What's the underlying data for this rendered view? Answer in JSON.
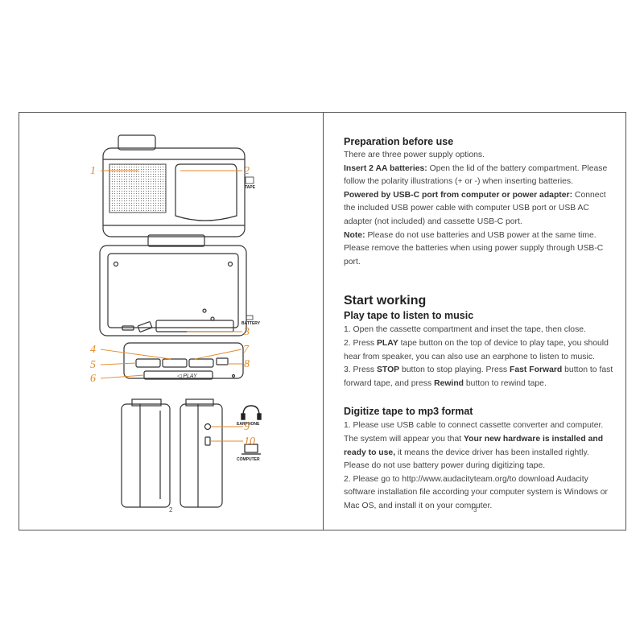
{
  "left_page": {
    "page_number": "2",
    "callouts": [
      "1",
      "2",
      "3",
      "4",
      "5",
      "6",
      "7",
      "8",
      "9",
      "10"
    ],
    "labels": {
      "tape": "TAPE",
      "battery": "BATTERY",
      "play": "◁ PLAY",
      "earphone": "EARPHONE",
      "computer": "COMPUTER"
    },
    "icons": [
      "headphone-icon",
      "laptop-icon",
      "cassette-player-illustration"
    ],
    "accent_color": "#e08a2a"
  },
  "right_page": {
    "page_number": "3",
    "prep": {
      "title": "Preparation before use",
      "intro": "There are three power supply options.",
      "batteries_label": "Insert 2 AA batteries:",
      "batteries_text": " Open the lid of the battery compartment. Please follow the polarity illustrations (+ or -) when inserting batteries.",
      "usbc_label": "Powered by USB-C port from computer or power adapter:",
      "usbc_text": " Connect the included USB power cable with computer USB port or USB AC adapter (not included) and cassette USB-C port.",
      "note_label": "Note:",
      "note_text": " Please do not use batteries and USB power at the same time. Please remove the batteries when using power supply through USB-C port."
    },
    "start": {
      "title": "Start working",
      "play_title": "Play tape to listen to music",
      "step1": "1. Open the cassette compartment and inset the tape, then close.",
      "step2_a": "2. Press ",
      "step2_play": "PLAY",
      "step2_b": " tape button on the top of device to play tape, you should hear from speaker, you can also use an earphone to listen to music.",
      "step3_a": "3. Press ",
      "step3_stop": "STOP",
      "step3_b": " button to stop playing. Press ",
      "step3_ff": "Fast Forward",
      "step3_c": " button to fast forward tape, and press ",
      "step3_rw": "Rewind",
      "step3_d": " button to rewind tape."
    },
    "digitize": {
      "title": "Digitize tape to mp3 format",
      "p1_a": "1. Please use USB cable to connect cassette converter and computer. The system will appear you that ",
      "p1_bold": "Your new hardware is installed and ready to use,",
      "p1_b": " it means the device driver has been installed rightly.",
      "p2": "Please do not use battery power during digitizing tape.",
      "p3": "2. Please go to http://www.audacityteam.org/to download Audacity software installation file according your computer system is Windows or Mac OS, and install it on your computer."
    }
  }
}
